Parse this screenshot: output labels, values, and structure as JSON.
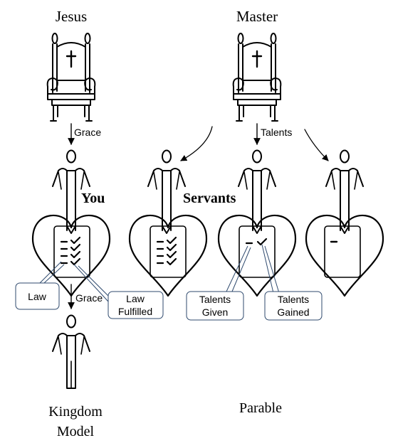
{
  "headers": {
    "jesus": "Jesus",
    "master": "Master"
  },
  "arrows": {
    "grace_top": "Grace",
    "talents": "Talents",
    "grace_bottom": "Grace"
  },
  "labels": {
    "you": "You",
    "servants": "Servants",
    "kingdom_line1": "Kingdom",
    "kingdom_line2": "Model",
    "parable": "Parable"
  },
  "callouts": {
    "law": "Law",
    "law_fulfilled_1": "Law",
    "law_fulfilled_2": "Fulfilled",
    "talents_given_1": "Talents",
    "talents_given_2": "Given",
    "talents_gained_1": "Talents",
    "talents_gained_2": "Gained"
  },
  "colors": {
    "ink": "#000000",
    "callout_border": "#2f4a6e"
  },
  "icons": [
    "throne-icon",
    "cross-icon",
    "person-icon",
    "heart-icon",
    "checklist-icon",
    "checkmark-icon"
  ]
}
